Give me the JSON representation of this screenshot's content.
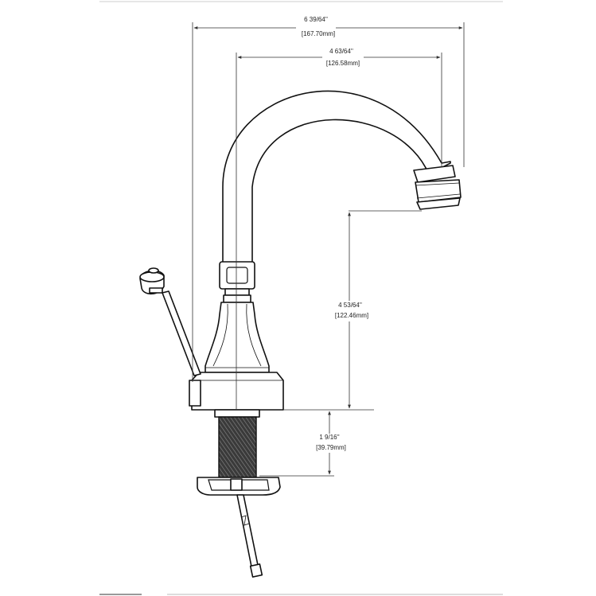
{
  "dimensions": {
    "overall_width": {
      "imperial": "6 39/64''",
      "metric": "[167.70mm]"
    },
    "spout_reach": {
      "imperial": "4 63/64''",
      "metric": "[126.58mm]"
    },
    "spout_height": {
      "imperial": "4 53/64''",
      "metric": "[122.46mm]"
    },
    "shank_length": {
      "imperial": "1 9/16''",
      "metric": "[39.79mm]"
    }
  }
}
